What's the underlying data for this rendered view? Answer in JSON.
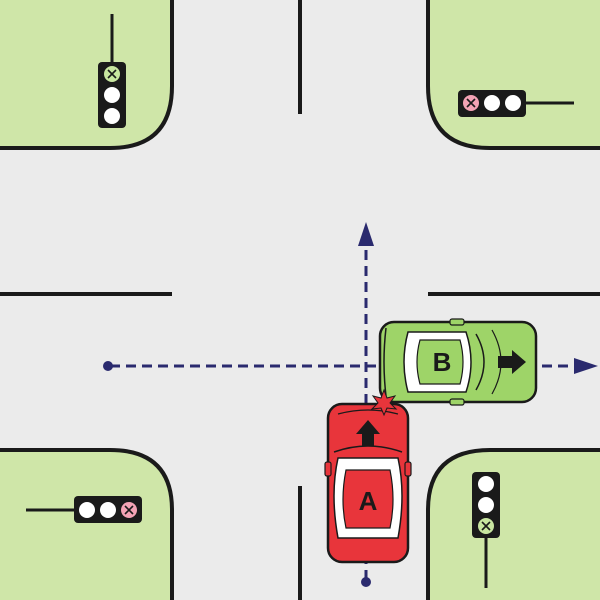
{
  "scene": {
    "type": "intersection-collision-diagram",
    "colors": {
      "road": "#ebebeb",
      "grass": "#cfe6a8",
      "curb": "#1a1a1a",
      "lane_line": "#1a1a1a",
      "path_dash": "#2a2a6e",
      "car_a_body": "#e8353b",
      "car_b_body": "#9ed468",
      "light_housing": "#1a1a1a",
      "light_off": "#ffffff",
      "light_red": "#f4a3b5",
      "light_green": "#c8e6a0",
      "impact": "#e8353b"
    }
  },
  "vehicles": [
    {
      "id": "car-a",
      "label": "A",
      "direction": "north",
      "role": "straight"
    },
    {
      "id": "car-b",
      "label": "B",
      "direction": "east",
      "role": "straight"
    }
  ],
  "traffic_lights": [
    {
      "id": "light-top-left",
      "orientation": "vertical",
      "state": "green",
      "active_icon": "x-green"
    },
    {
      "id": "light-top-right",
      "orientation": "horizontal",
      "state": "red",
      "active_icon": "x-red"
    },
    {
      "id": "light-bottom-left",
      "orientation": "horizontal",
      "state": "red",
      "active_icon": "x-red"
    },
    {
      "id": "light-bottom-right",
      "orientation": "vertical",
      "state": "green",
      "active_icon": "x-green"
    }
  ],
  "paths": [
    {
      "vehicle": "A",
      "direction": "north"
    },
    {
      "vehicle": "B",
      "direction": "east"
    }
  ],
  "collision": {
    "between": [
      "A",
      "B"
    ],
    "icon": "impact-star"
  }
}
